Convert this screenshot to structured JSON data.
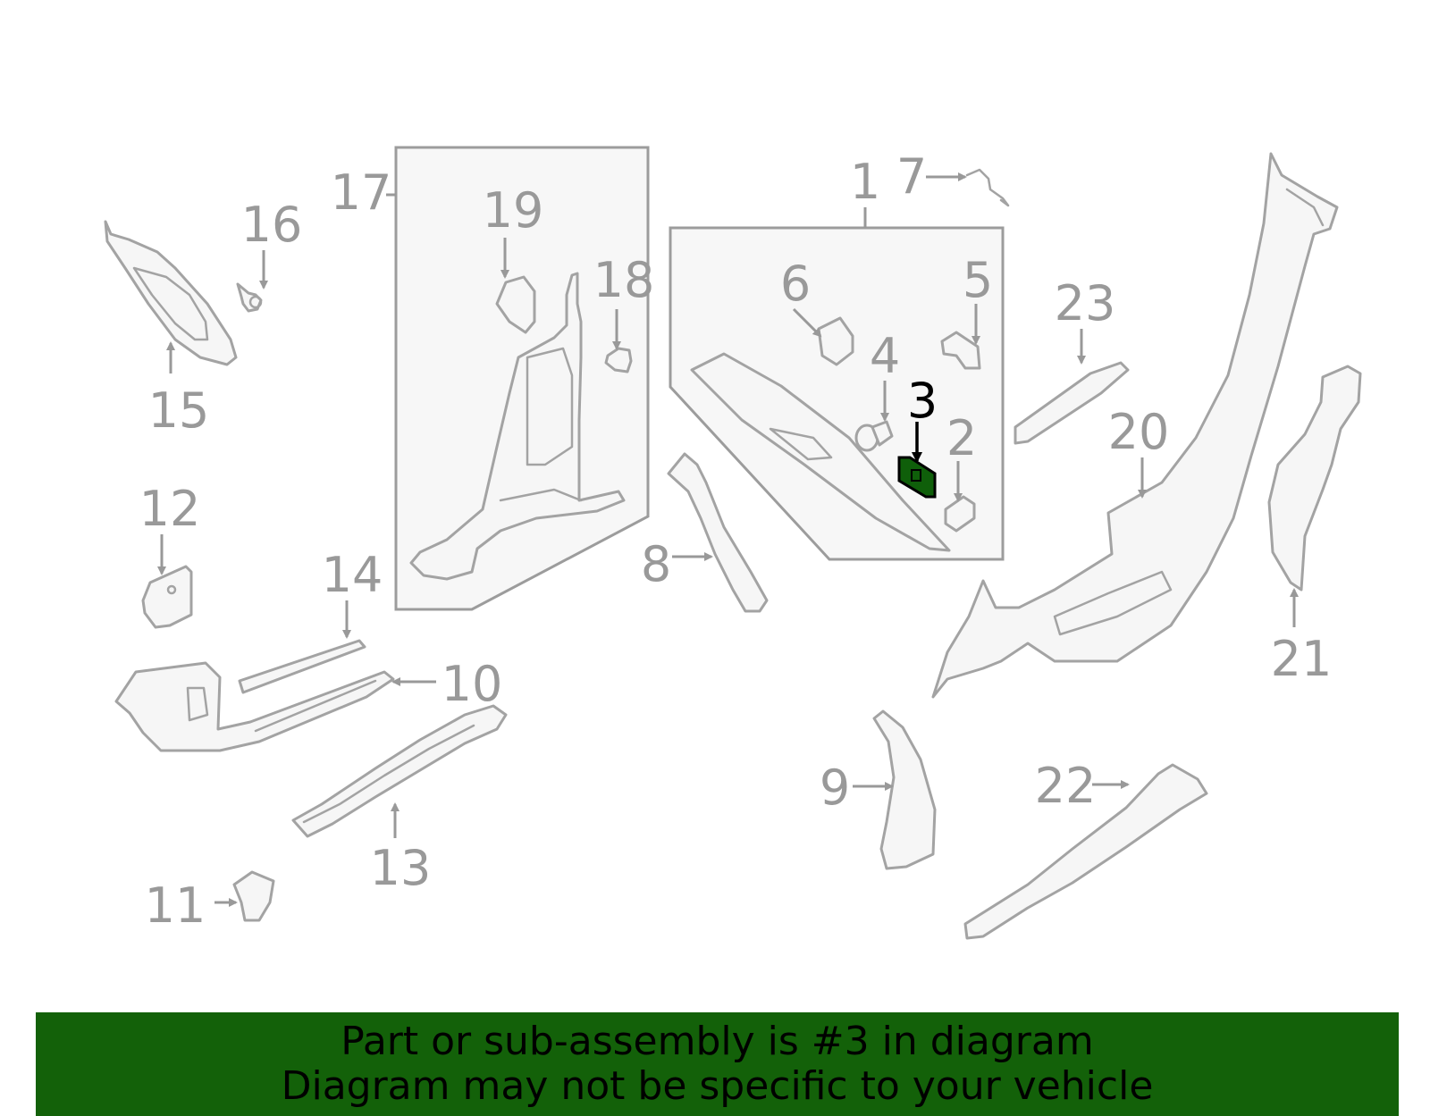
{
  "diagram": {
    "highlighted_part": "3",
    "highlight_color": "#0f5f0a",
    "callouts": [
      "1",
      "2",
      "3",
      "4",
      "5",
      "6",
      "7",
      "8",
      "9",
      "10",
      "11",
      "12",
      "13",
      "14",
      "15",
      "16",
      "17",
      "18",
      "19",
      "20",
      "21",
      "22",
      "23"
    ]
  },
  "banner": {
    "line1": "Part or sub-assembly is #3 in diagram",
    "line2": "Diagram may not be specific to your vehicle",
    "background": "#136109"
  }
}
